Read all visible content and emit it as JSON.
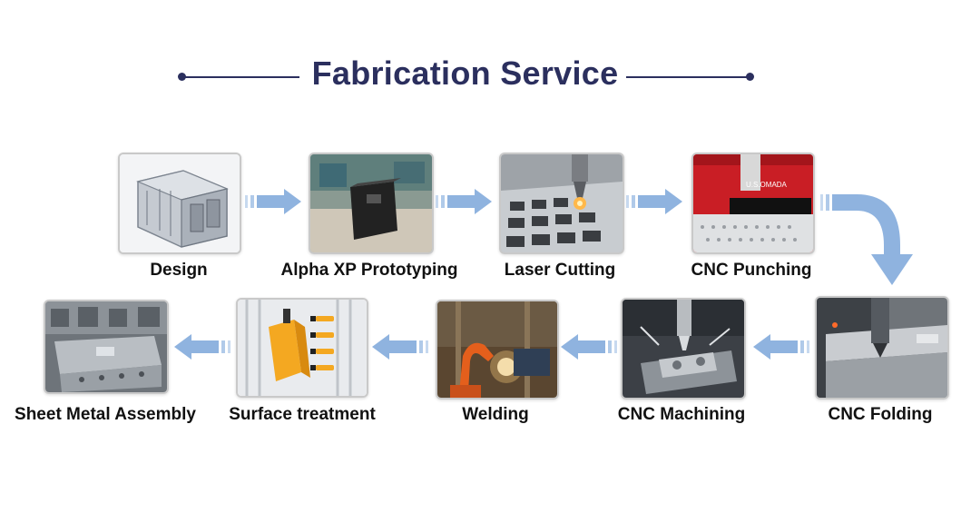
{
  "title": "Fabrication Service",
  "steps": [
    {
      "label": "Design"
    },
    {
      "label": "Alpha XP Prototyping"
    },
    {
      "label": "Laser Cutting"
    },
    {
      "label": "CNC Punching"
    },
    {
      "label": "CNC Folding"
    },
    {
      "label": "CNC Machining"
    },
    {
      "label": "Welding"
    },
    {
      "label": "Surface treatment"
    },
    {
      "label": "Sheet Metal Assembly"
    }
  ],
  "punch_machine_text": "U.S.OMADA",
  "colors": {
    "title": "#2b2f5e",
    "arrow": "#8fb3df",
    "label": "#111111"
  }
}
